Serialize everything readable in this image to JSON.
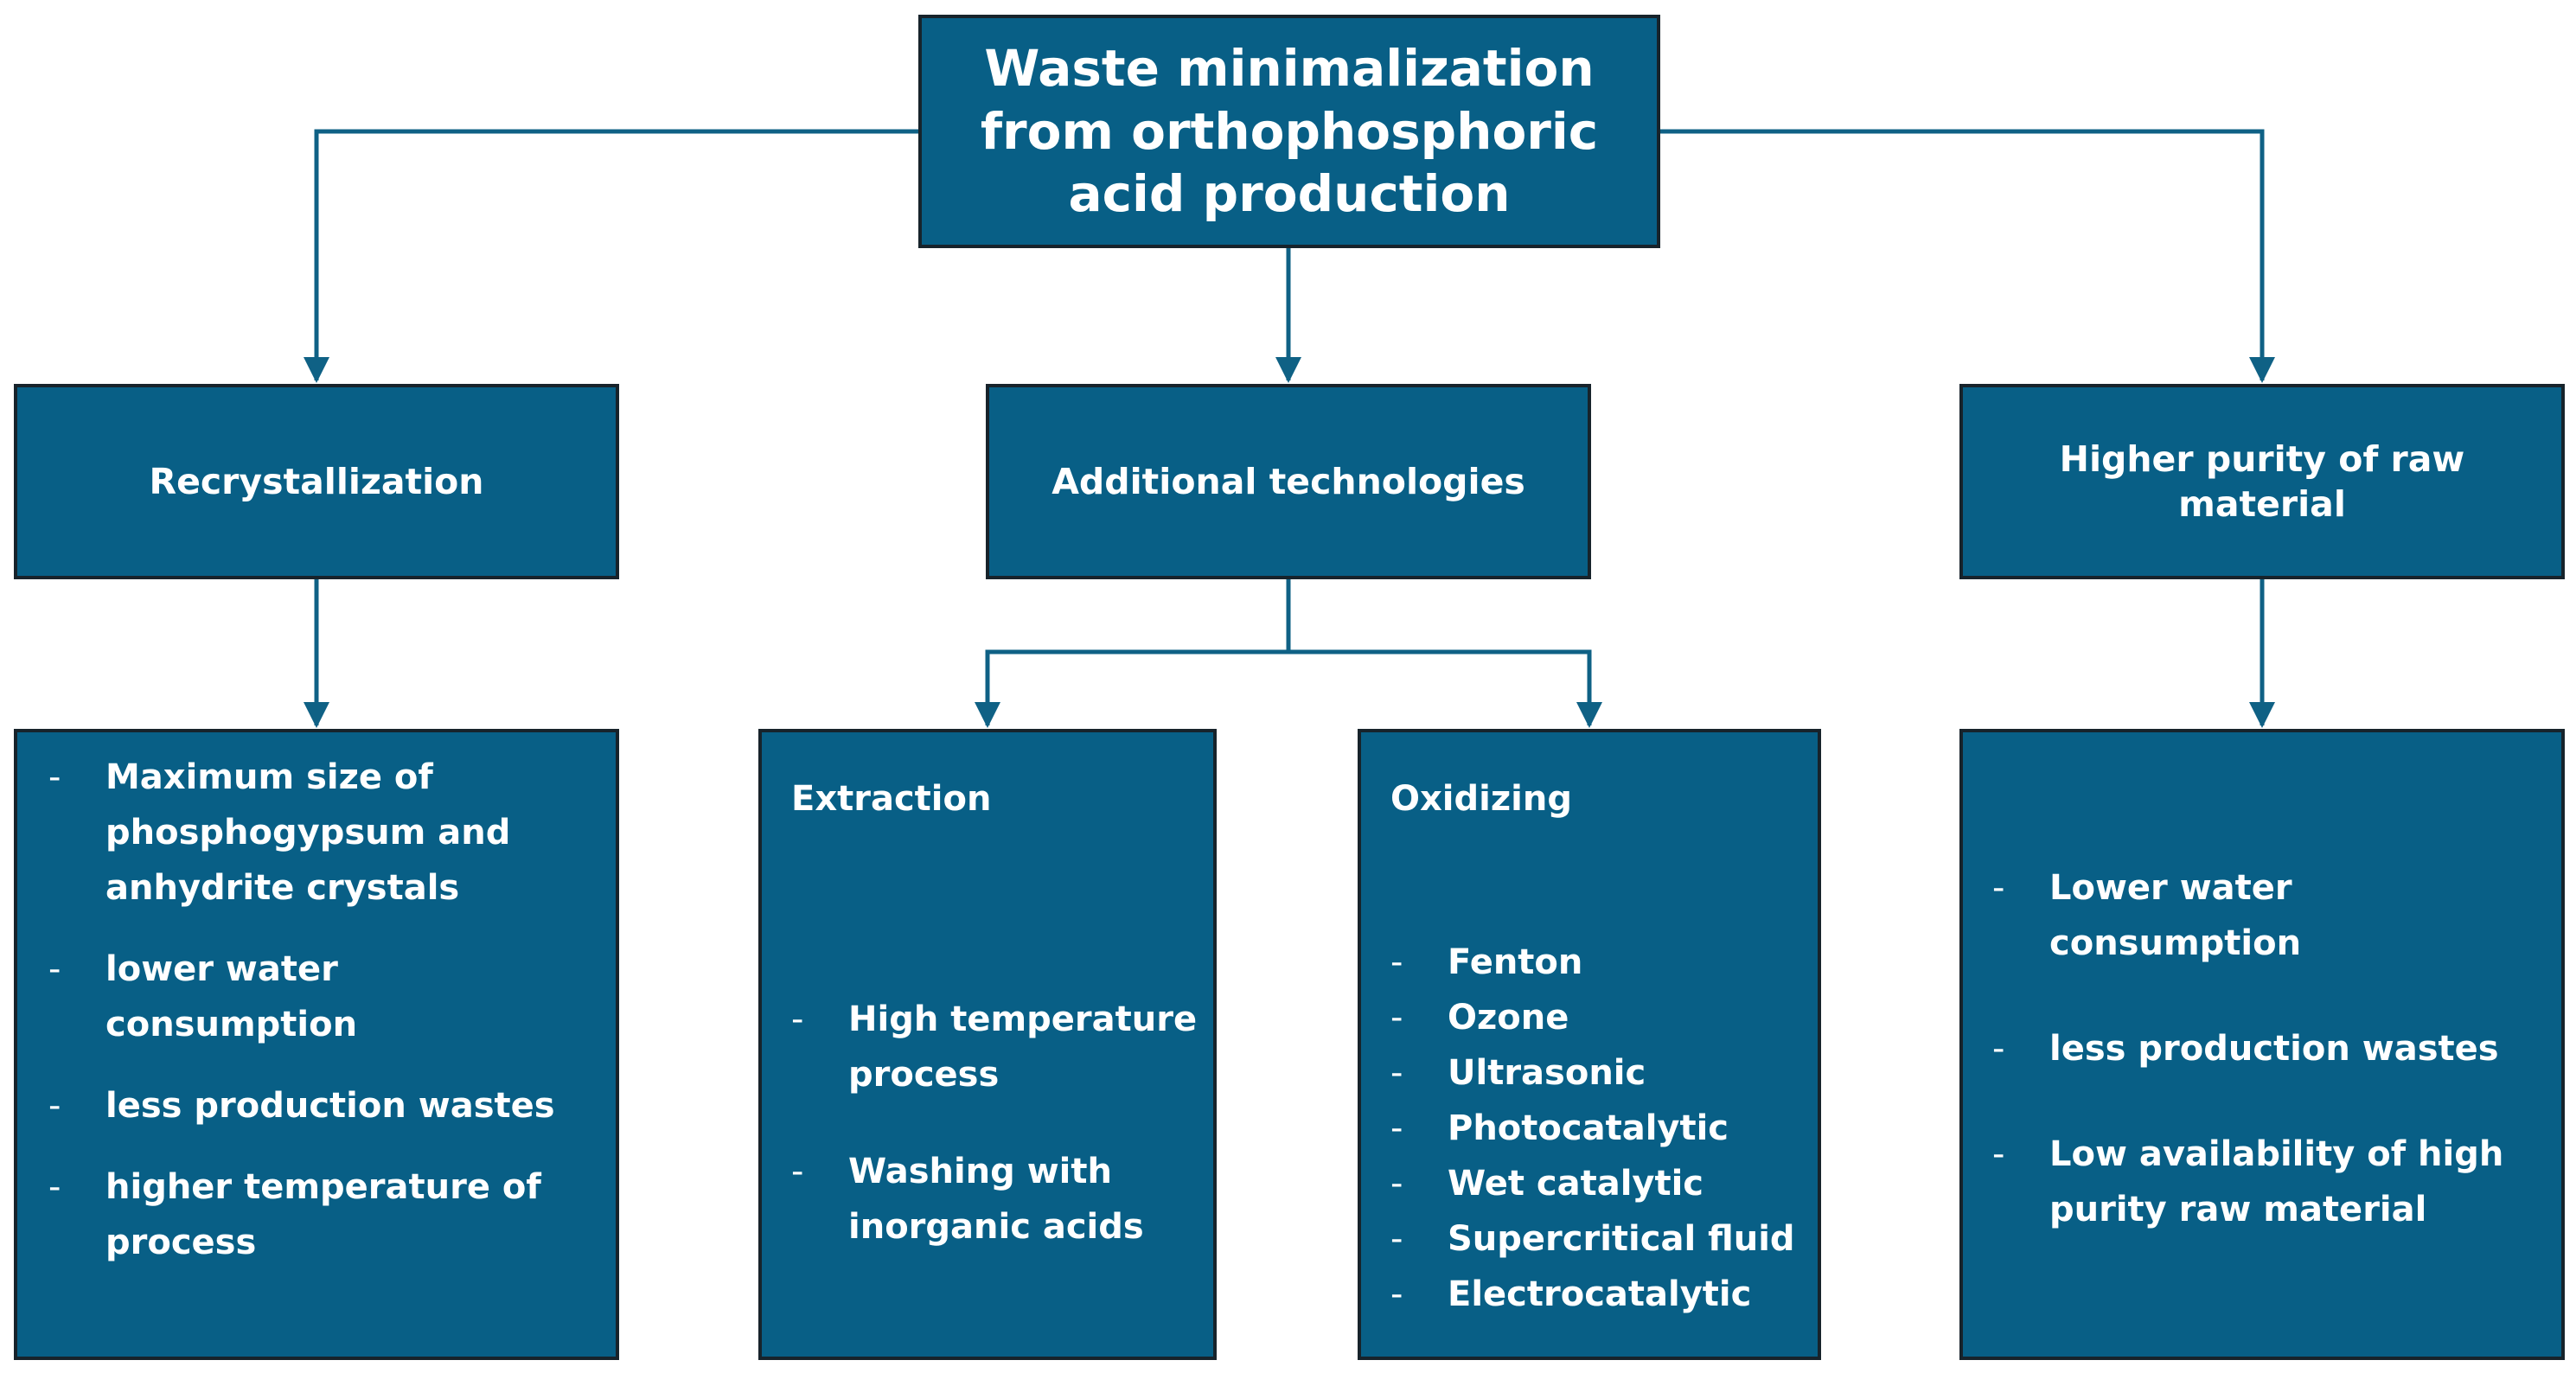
{
  "colors": {
    "box_fill": "#085f86",
    "box_border": "#17232b",
    "connector": "#0f6185",
    "text": "#ffffff"
  },
  "root": {
    "title": "Waste minimalization from orthophosphoric acid production"
  },
  "categories": [
    {
      "label": "Recrystallization"
    },
    {
      "label": "Additional technologies"
    },
    {
      "label": "Higher purity of raw material"
    }
  ],
  "details": {
    "recrystallization": {
      "items": [
        "Maximum size of phosphogypsum and anhydrite crystals",
        "lower water consumption",
        "less production wastes",
        "higher temperature of process"
      ]
    },
    "extraction": {
      "heading": "Extraction",
      "items": [
        "High temperature process",
        "Washing with inorganic acids"
      ]
    },
    "oxidizing": {
      "heading": "Oxidizing",
      "items": [
        "Fenton",
        "Ozone",
        "Ultrasonic",
        "Photocatalytic",
        "Wet catalytic",
        "Supercritical fluid",
        "Electrocatalytic"
      ]
    },
    "higher_purity": {
      "items": [
        "Lower water consumption",
        "less production wastes",
        "Low availability of high purity raw material"
      ]
    }
  }
}
